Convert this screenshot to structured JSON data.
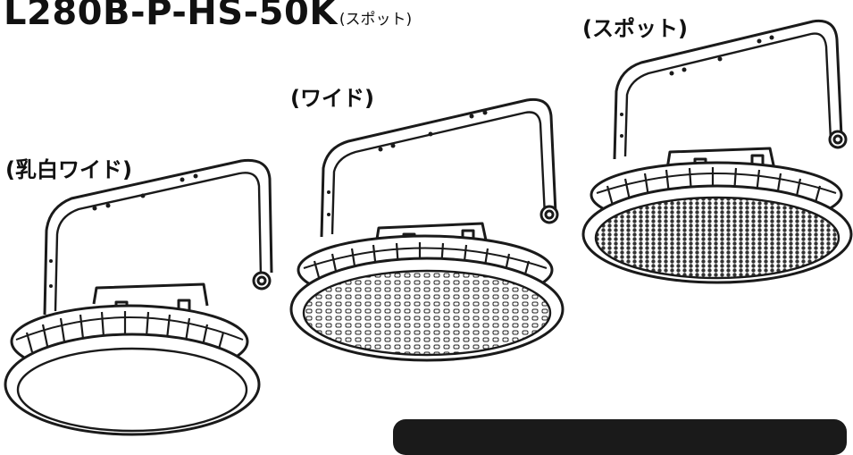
{
  "title": {
    "model": "L280B-P-HS-50K",
    "suffix": "(スポット)"
  },
  "variants": [
    {
      "key": "milky_wide",
      "label": "(乳白ワイド)"
    },
    {
      "key": "wide",
      "label": "(ワイド)"
    },
    {
      "key": "spot",
      "label": "(スポット)"
    }
  ],
  "colors": {
    "line": "#1a1a1a",
    "badge": "#1a1a1a"
  }
}
